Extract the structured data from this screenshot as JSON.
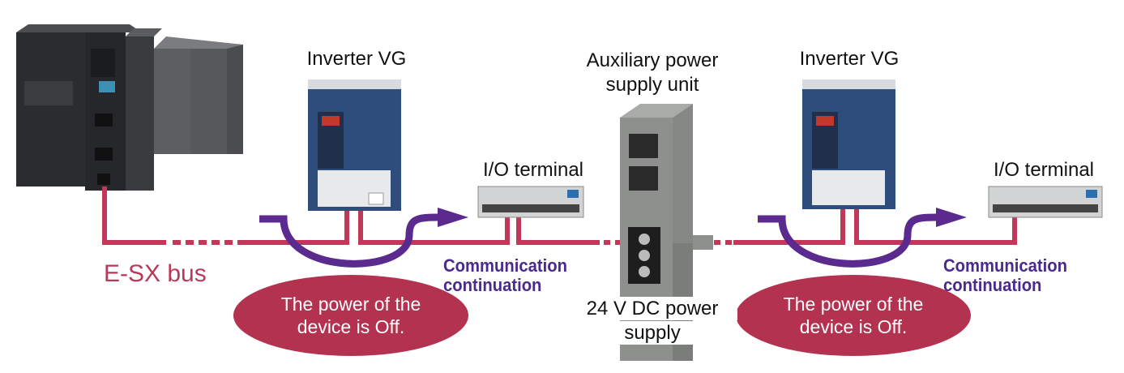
{
  "labels": {
    "inverter_left": "Inverter VG",
    "inverter_right": "Inverter VG",
    "aux_power_line1": "Auxiliary power",
    "aux_power_line2": "supply unit",
    "io_left": "I/O terminal",
    "io_right": "I/O terminal",
    "bus": "E-SX bus",
    "comm_left_line1": "Communication",
    "comm_left_line2": "continuation",
    "comm_right_line1": "Communication",
    "comm_right_line2": "continuation",
    "power_off_left_line1": "The power of the",
    "power_off_left_line2": "device is Off.",
    "power_off_right_line1": "The power of the",
    "power_off_right_line2": "device is Off.",
    "dc_line1": "24 V DC power",
    "dc_line2": "supply"
  },
  "colors": {
    "bus_line": "#c0385a",
    "comm_arrow": "#5b2a8f",
    "ellipse": "#b3324f",
    "device_dark": "#3a3d42",
    "inverter_blue": "#2f4d7c",
    "aux_gray": "#8e908e"
  }
}
